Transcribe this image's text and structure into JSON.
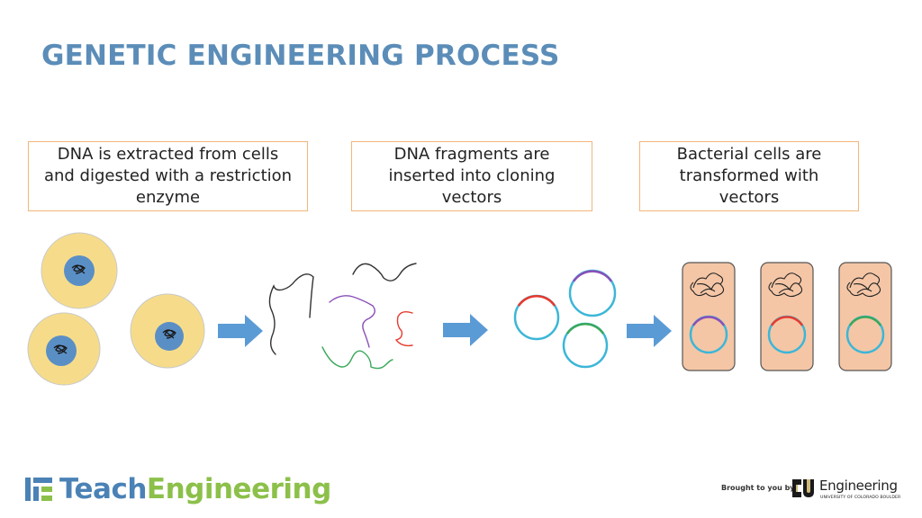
{
  "title": "GENETIC ENGINEERING PROCESS",
  "steps": [
    {
      "text": "DNA is extracted from cells\nand digested with a restriction\nenzyme"
    },
    {
      "text": "DNA fragments are\ninserted into cloning\nvectors"
    },
    {
      "text": "Bacterial cells are\ntransformed with\nvectors"
    }
  ],
  "footer": {
    "logo_teach": "Teach",
    "logo_engineering": "Engineering",
    "brought_by": "Brought to you by",
    "cu_engineering": "Engineering",
    "cu_university": "UNIVERSITY OF COLORADO BOULDER"
  },
  "colors": {
    "title": "#5b8db8",
    "box_border": "#f2b67a",
    "cell_fill": "#f6dc8a",
    "nucleus": "#5a8fc6",
    "arrow": "#5b9bd5",
    "bacteria_fill": "#f4c6a6",
    "plasmid": "#3cb6d8",
    "insert_red": "#e63a2e",
    "insert_purple": "#8a4fb8",
    "insert_green": "#3aa85a",
    "logo_teach": "#4a82b6",
    "logo_engineering": "#8cc04a"
  },
  "icons": {
    "logo": "teachengineering-logo-icon",
    "cu": "cu-buffs-logo-icon"
  }
}
